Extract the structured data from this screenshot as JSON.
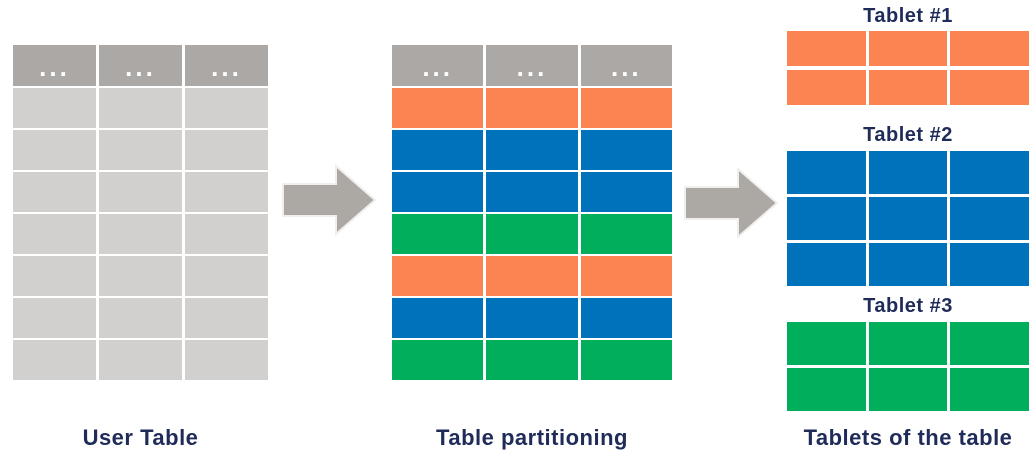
{
  "diagram": {
    "user_table": {
      "caption": "User Table",
      "header_cells": [
        "...",
        "...",
        "..."
      ],
      "columns": 3,
      "rows": [
        "gray",
        "gray",
        "gray",
        "gray",
        "gray",
        "gray",
        "gray"
      ]
    },
    "partitioned_table": {
      "caption": "Table partitioning",
      "header_cells": [
        "...",
        "...",
        "..."
      ],
      "columns": 3,
      "rows": [
        "orange",
        "blue",
        "blue",
        "green",
        "orange",
        "blue",
        "green"
      ]
    },
    "tablets": {
      "caption": "Tablets of the table",
      "items": [
        {
          "title": "Tablet #1",
          "color": "orange",
          "rows": 2,
          "columns": 3
        },
        {
          "title": "Tablet #2",
          "color": "blue",
          "rows": 3,
          "columns": 3
        },
        {
          "title": "Tablet #3",
          "color": "green",
          "rows": 2,
          "columns": 3
        }
      ]
    },
    "arrows": [
      {
        "name": "user-to-partition",
        "direction": "right"
      },
      {
        "name": "partition-to-tablets",
        "direction": "right"
      }
    ]
  },
  "colors": {
    "header_gray": "#ACA8A5",
    "gray": "#D2D0CF",
    "orange": "#FC8452",
    "blue": "#0071BB",
    "green": "#00AE5C",
    "navy": "#1F2B58",
    "arrow_gray": "#ACA8A4",
    "dots_white": "#FFFFFF"
  }
}
